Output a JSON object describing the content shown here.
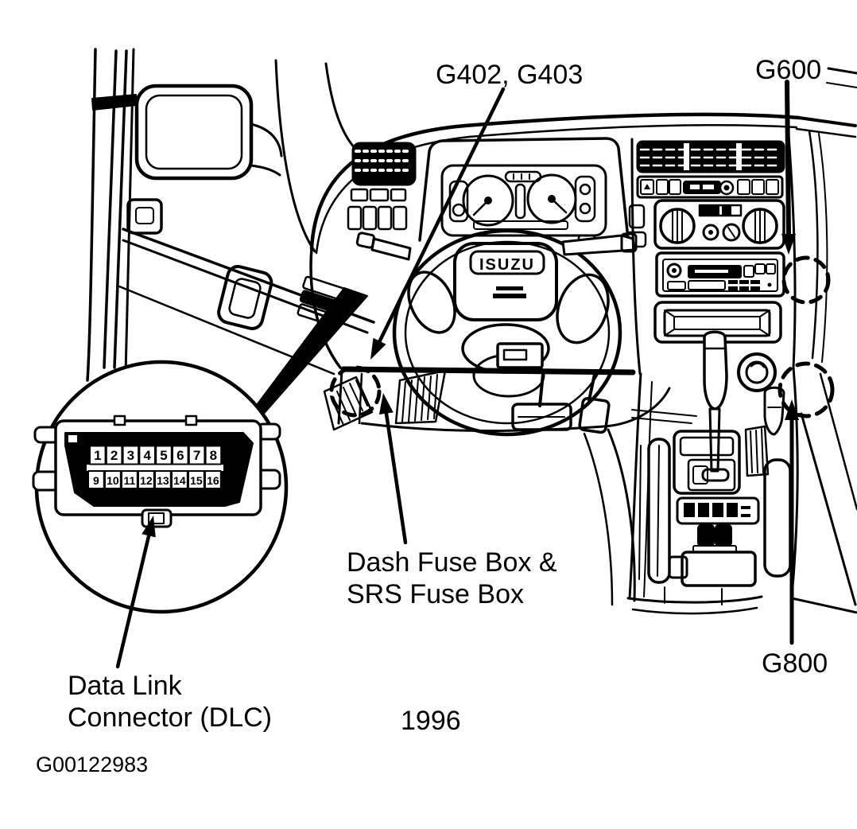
{
  "figure": {
    "drawing_number": "G00122983",
    "year": "1996",
    "steering_wheel_logo": "ISUZU"
  },
  "callouts": {
    "ground_g402_g403": "G402, G403",
    "ground_g600": "G600",
    "ground_g800": "G800",
    "fuse_box_line1": "Dash Fuse Box &",
    "fuse_box_line2": "SRS Fuse Box",
    "dlc_line1": "Data Link",
    "dlc_line2": "Connector (DLC)"
  },
  "dlc_connector": {
    "pins_row1": [
      "1",
      "2",
      "3",
      "4",
      "5",
      "6",
      "7",
      "8"
    ],
    "pins_row2": [
      "9",
      "10",
      "11",
      "12",
      "13",
      "14",
      "15",
      "16"
    ]
  },
  "colors": {
    "ink": "#000000",
    "paper": "#ffffff"
  }
}
